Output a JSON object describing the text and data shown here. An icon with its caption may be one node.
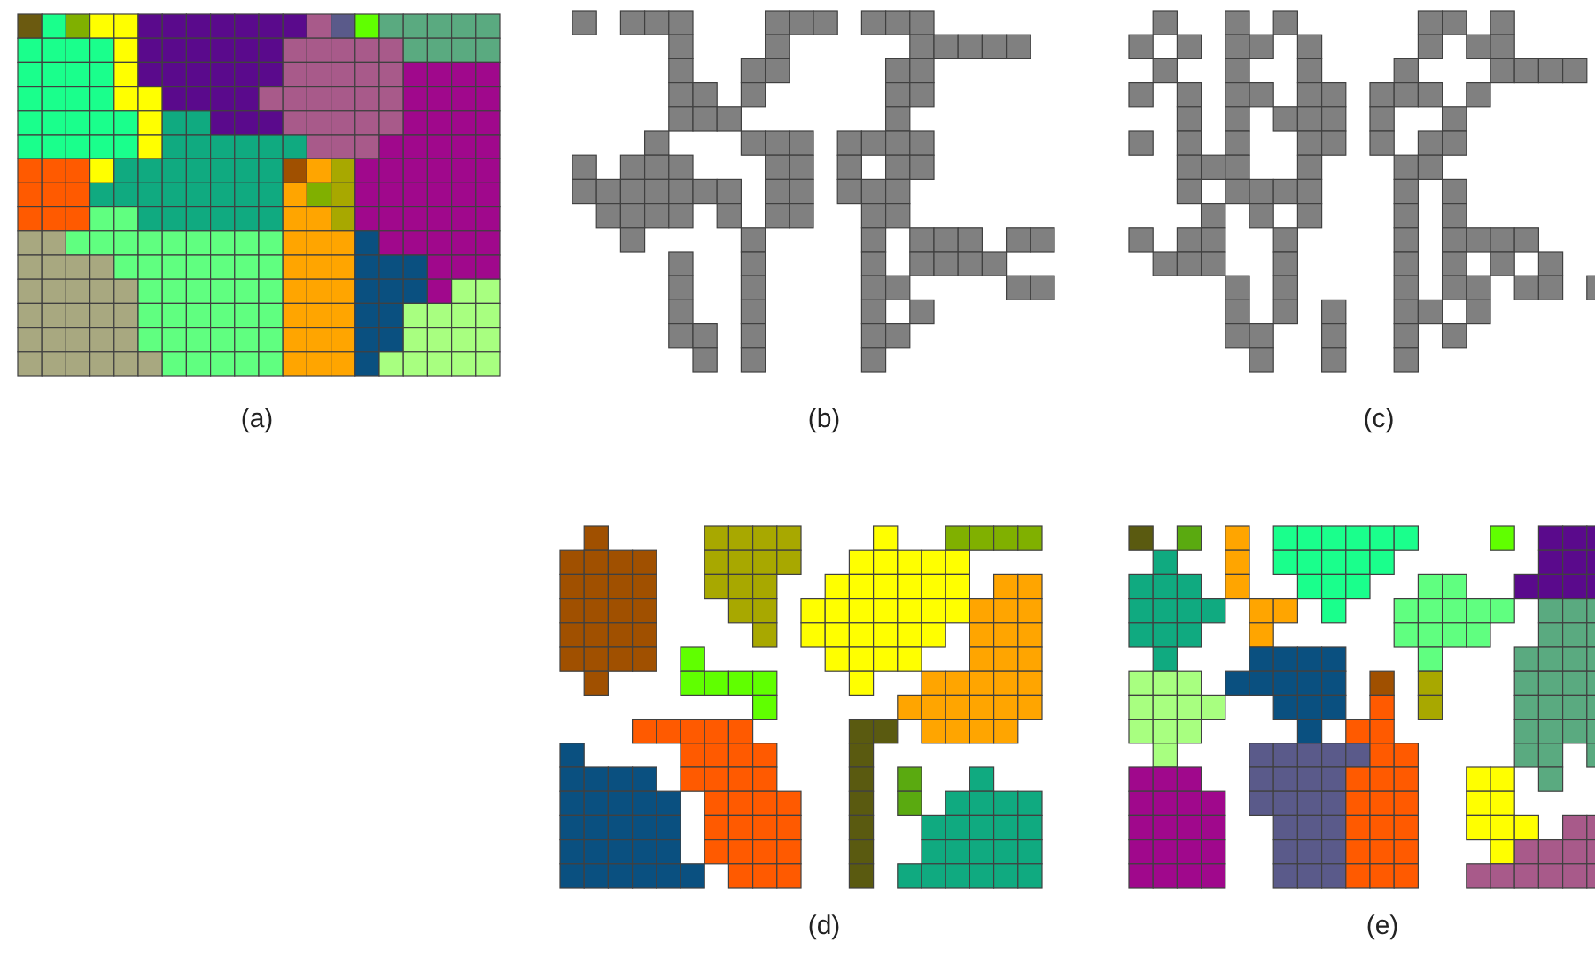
{
  "diagram": {
    "labels": [
      "(a)",
      "(b)",
      "(c)",
      "(d)",
      "(e)"
    ]
  }
}
